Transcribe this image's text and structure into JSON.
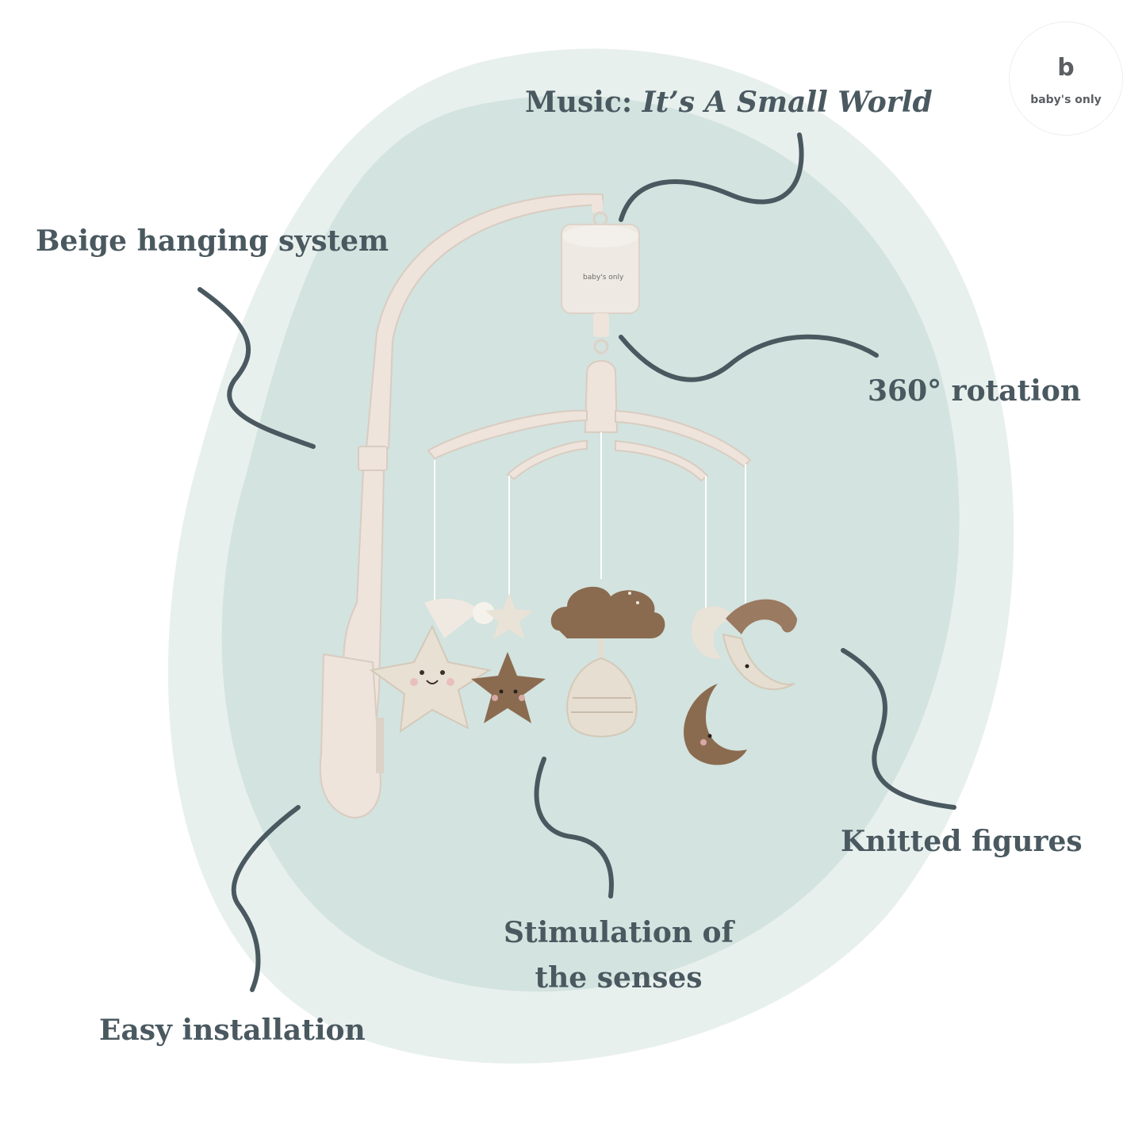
{
  "brand": {
    "logo_mark": "b",
    "logo_name": "baby's only",
    "box_label": "baby's only"
  },
  "labels": {
    "music_prefix": "Music:",
    "music_title": "It’s A Small World",
    "hanging": "Beige hanging system",
    "rotation": "360° rotation",
    "knitted": "Knitted figures",
    "stimulation_line1": "Stimulation of",
    "stimulation_line2": "the senses",
    "installation": "Easy installation"
  },
  "colors": {
    "blob_outer": "#e8f0ee",
    "blob_inner": "#d3e3df",
    "line": "#4a5960",
    "beige": "#eee4dc",
    "taupe": "#8a6b50"
  },
  "icons": {
    "figures": [
      "star-with-hat",
      "small-star",
      "brown-star",
      "cloud",
      "drop-ball",
      "moon-with-hat",
      "brown-moon"
    ]
  }
}
